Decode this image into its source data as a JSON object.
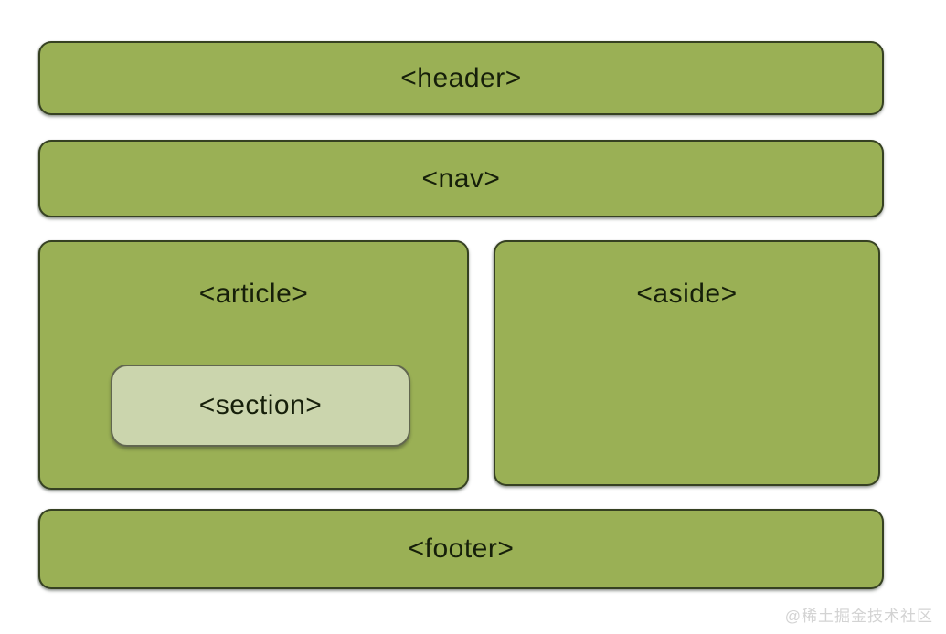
{
  "diagram": {
    "blocks": {
      "header": {
        "label": "<header>"
      },
      "nav": {
        "label": "<nav>"
      },
      "article": {
        "label": "<article>"
      },
      "section": {
        "label": "<section>"
      },
      "aside": {
        "label": "<aside>"
      },
      "footer": {
        "label": "<footer>"
      }
    },
    "colors": {
      "block_fill": "#9ab055",
      "section_fill": "#cbd5ad",
      "block_border": "#242e1a",
      "section_border": "#61664f",
      "label_text": "#161f0a",
      "watermark_text": "#d3d3d3",
      "background": "#ffffff"
    }
  },
  "watermark": {
    "text": "@稀土掘金技术社区"
  }
}
